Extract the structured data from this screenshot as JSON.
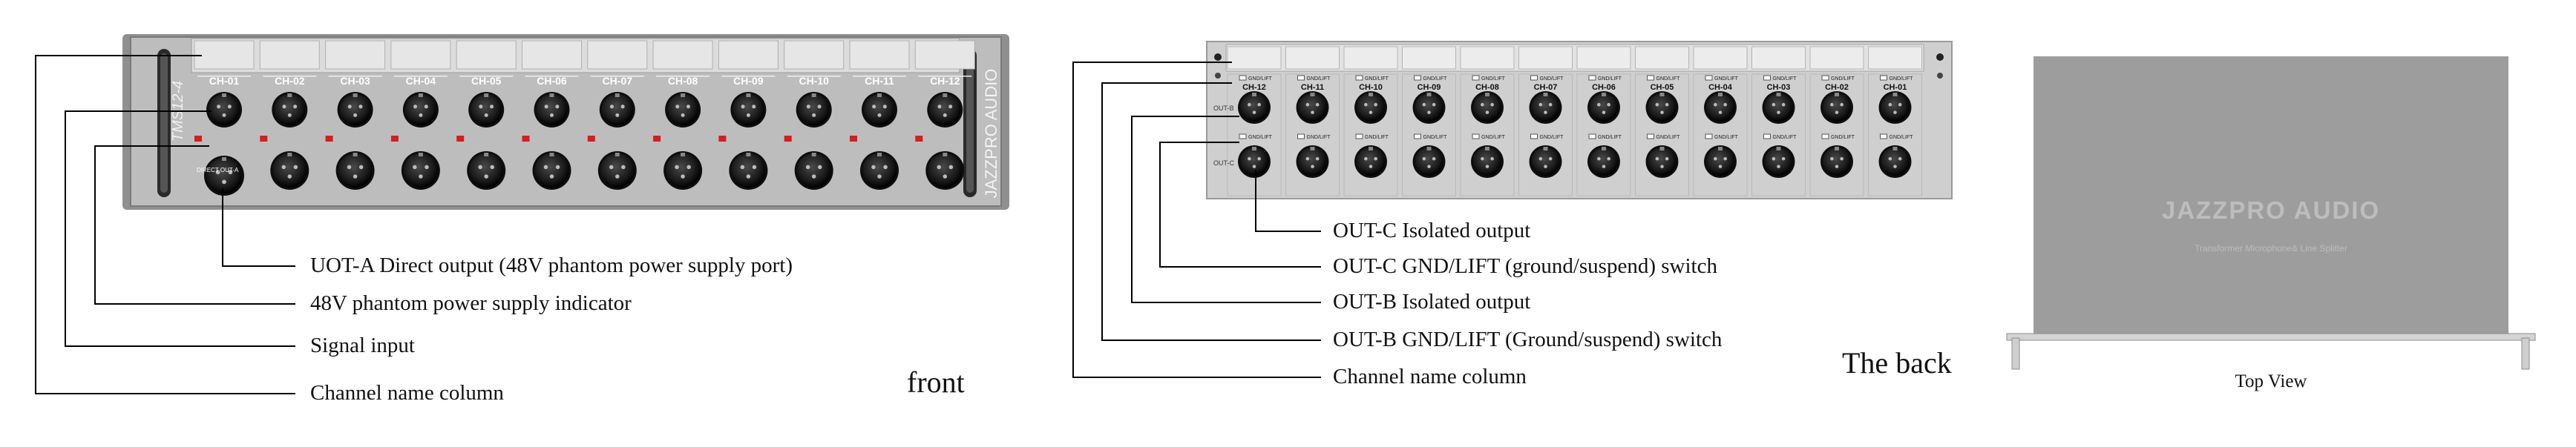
{
  "colors": {
    "front_panel": "#bdbdbd",
    "front_panel_edge": "#8c8c8c",
    "ear": "#9a9a9a",
    "name_strip": "#d6d6d6",
    "back_panel": "#cfcfcf",
    "top_panel": "#9d9d9d",
    "xlr_body": "#1f1f1f",
    "led_red": "#d02020",
    "top_text": "#bdbdbd",
    "line": "#000000"
  },
  "front": {
    "model": "TMS12-4",
    "brand_vertical": "JAZZPRO AUDIO",
    "channels": [
      "CH-01",
      "CH-02",
      "CH-03",
      "CH-04",
      "CH-05",
      "CH-06",
      "CH-07",
      "CH-08",
      "CH-09",
      "CH-10",
      "CH-11",
      "CH-12"
    ],
    "direct_label": "DIRECT OUT-A",
    "caption": "front",
    "callouts": [
      "UOT-A Direct output (48V phantom power supply port)",
      "48V phantom power supply indicator",
      "Signal input",
      "Channel name column"
    ]
  },
  "back": {
    "channels": [
      "CH-12",
      "CH-11",
      "CH-10",
      "CH-09",
      "CH-08",
      "CH-07",
      "CH-06",
      "CH-05",
      "CH-04",
      "CH-03",
      "CH-02",
      "CH-01"
    ],
    "switch_label": "GND/LIFT",
    "out_b": "OUT-B",
    "out_c": "OUT-C",
    "caption": "The back",
    "callouts": [
      "OUT-C Isolated output",
      "OUT-C  GND/LIFT  (ground/suspend)  switch",
      "OUT-B Isolated output",
      "OUT-B GND/LIFT (Ground/suspend) switch",
      "Channel name column"
    ]
  },
  "top": {
    "brand": "JAZZPRO AUDIO",
    "subtitle": "Transformer Microphone& Line Splitter",
    "caption": "Top View"
  }
}
